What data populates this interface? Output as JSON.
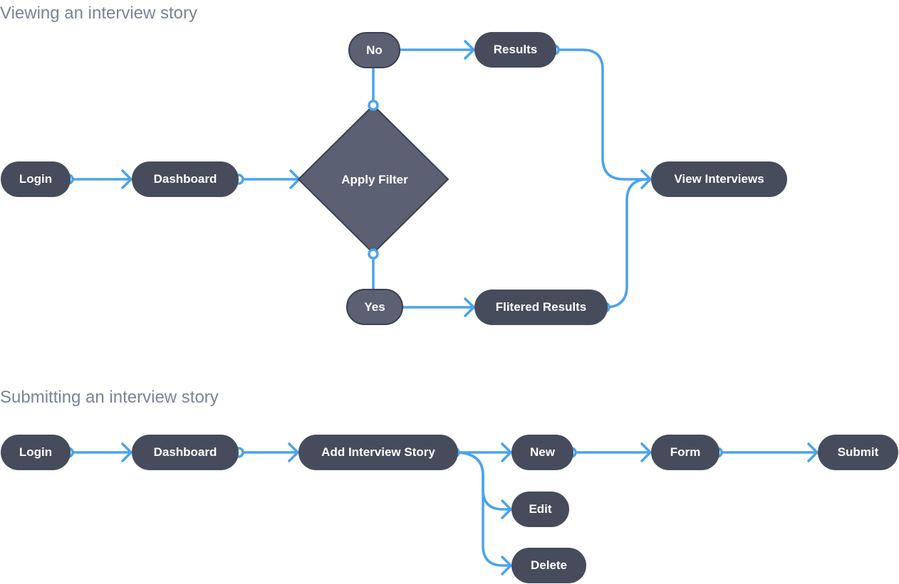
{
  "flows": {
    "view": {
      "title": "Viewing an interview story",
      "nodes": {
        "login": "Login",
        "dashboard": "Dashboard",
        "decision": "Apply Filter",
        "no": "No",
        "yes": "Yes",
        "results": "Results",
        "filtered": "Flitered Results",
        "view_interviews": "View Interviews"
      }
    },
    "submit": {
      "title": "Submitting an interview story",
      "nodes": {
        "login": "Login",
        "dashboard": "Dashboard",
        "add_story": "Add Interview Story",
        "new": "New",
        "edit": "Edit",
        "delete": "Delete",
        "form": "Form",
        "submit": "Submit"
      }
    }
  },
  "colors": {
    "node_fill": "#474c5c",
    "choice_fill": "#5b6072",
    "connector": "#4aa3ee",
    "title_text": "#7a8493"
  }
}
